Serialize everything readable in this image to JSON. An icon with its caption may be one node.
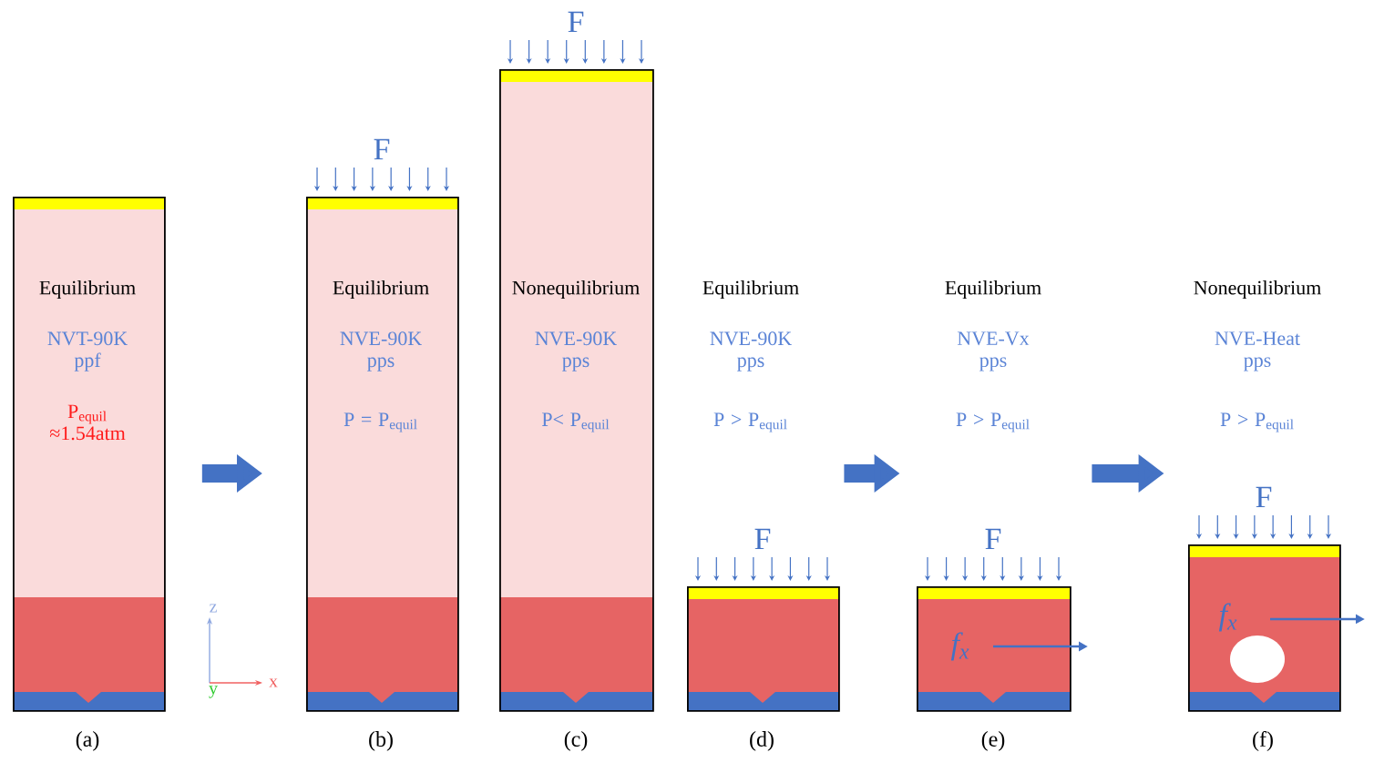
{
  "diagram": {
    "nodes": [
      {
        "text": [
          "Equilibrium",
          "NVT-90K ppf",
          "P$_{equil}$ ≈1.54atm"
        ],
        "beside": [
          "(a)"
        ]
      },
      {
        "text": [
          "Equilibrium",
          "NVE-90K pps",
          "P = P$_{equil}$"
        ],
        "beside": [
          "F",
          "(b)"
        ]
      },
      {
        "text": [
          "Nonequilibrium",
          "NVE-90K pps",
          "P< P$_{equil}$"
        ],
        "beside": [
          "F",
          "(c)"
        ]
      },
      {
        "text": [
          "Equilibrium",
          "NVE-90K pps",
          "P > P$_{equil}$"
        ]
      },
      {
        "text": [],
        "shape": "box",
        "beside": [
          "F",
          "(d)"
        ]
      },
      {
        "text": [
          "Equilibrium",
          "NVE-Vx pps",
          "P > P$_{equil}$"
        ]
      },
      {
        "text": [
          "f$_{x}$"
        ],
        "beside": [
          "F",
          "(e)"
        ]
      },
      {
        "text": [
          "Nonequilibrium",
          "NVE-Heat pps",
          "P > P$_{equil}$"
        ]
      },
      {
        "text": [
          "f$_{x}$"
        ],
        "beside": [
          "F",
          "(f)"
        ]
      }
    ],
    "edges": [
      {
        "from": 0,
        "to": 1,
        "arrow": "to"
      },
      {
        "from": 3,
        "to": 5,
        "arrow": "to"
      },
      {
        "from": 5,
        "to": 7,
        "arrow": "to"
      }
    ],
    "labels": [
      "z",
      "x",
      "y"
    ]
  }
}
